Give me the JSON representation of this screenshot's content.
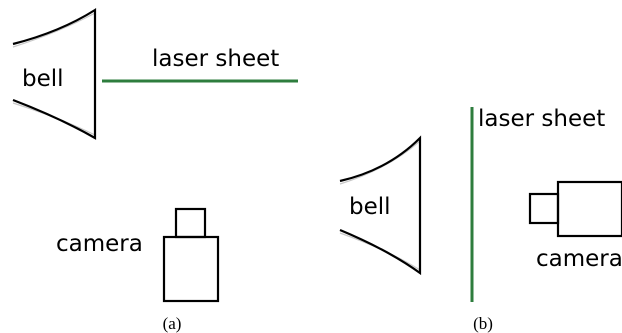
{
  "panel_a": {
    "bell_label": "bell",
    "sheet_label": "laser sheet",
    "camera_label": "camera",
    "caption": "(a)"
  },
  "panel_b": {
    "bell_label": "bell",
    "sheet_label": "laser sheet",
    "camera_label": "camera",
    "caption": "(b)"
  },
  "colors": {
    "laser_sheet": "#2e7d3e",
    "outline": "#000000"
  }
}
